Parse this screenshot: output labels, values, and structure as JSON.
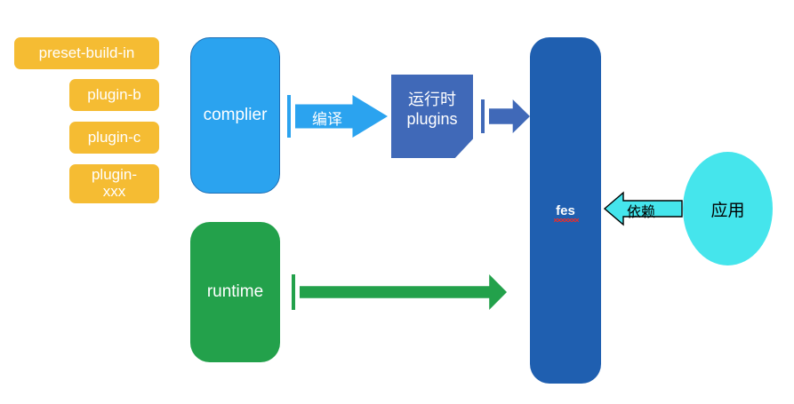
{
  "diagram": {
    "title": "fes architecture diagram",
    "background": "#ffffff",
    "colors": {
      "pill_yellow": "#f5bc33",
      "complier_blue": "#2ba3ef",
      "complier_border": "#1f6fb5",
      "plugins_blue": "#4069b8",
      "plugins_fold": "#2f4f8c",
      "fes_blue": "#1f5fb0",
      "runtime_green": "#23a14b",
      "app_cyan": "#45e5ec",
      "spellcheck_red": "#e03030",
      "text_white": "#ffffff",
      "text_black": "#000000"
    }
  },
  "pills": [
    {
      "id": "preset-build-in",
      "label": "preset-build-in"
    },
    {
      "id": "plugin-b",
      "label": "plugin-b"
    },
    {
      "id": "plugin-c",
      "label": "plugin-c"
    },
    {
      "id": "plugin-xxx",
      "label": "plugin-\nxxx"
    }
  ],
  "nodes": {
    "complier": {
      "label": "complier"
    },
    "runtime": {
      "label": "runtime"
    },
    "runtime_plugins": {
      "label": "运行时\nplugins"
    },
    "fes": {
      "label": "fes"
    },
    "app": {
      "label": "应用"
    }
  },
  "arrows": {
    "compile": {
      "label": "编译",
      "from": "complier",
      "to": "runtime_plugins",
      "direction": "right",
      "color": "#2ba3ef"
    },
    "to_fes": {
      "label": "",
      "from": "runtime_plugins",
      "to": "fes",
      "direction": "right",
      "color": "#4069b8"
    },
    "runtime_to_fes": {
      "label": "",
      "from": "runtime",
      "to": "fes",
      "direction": "right",
      "color": "#23a14b"
    },
    "depend": {
      "label": "依赖",
      "from": "app",
      "to": "fes",
      "direction": "left",
      "color": "#45e5ec"
    }
  }
}
